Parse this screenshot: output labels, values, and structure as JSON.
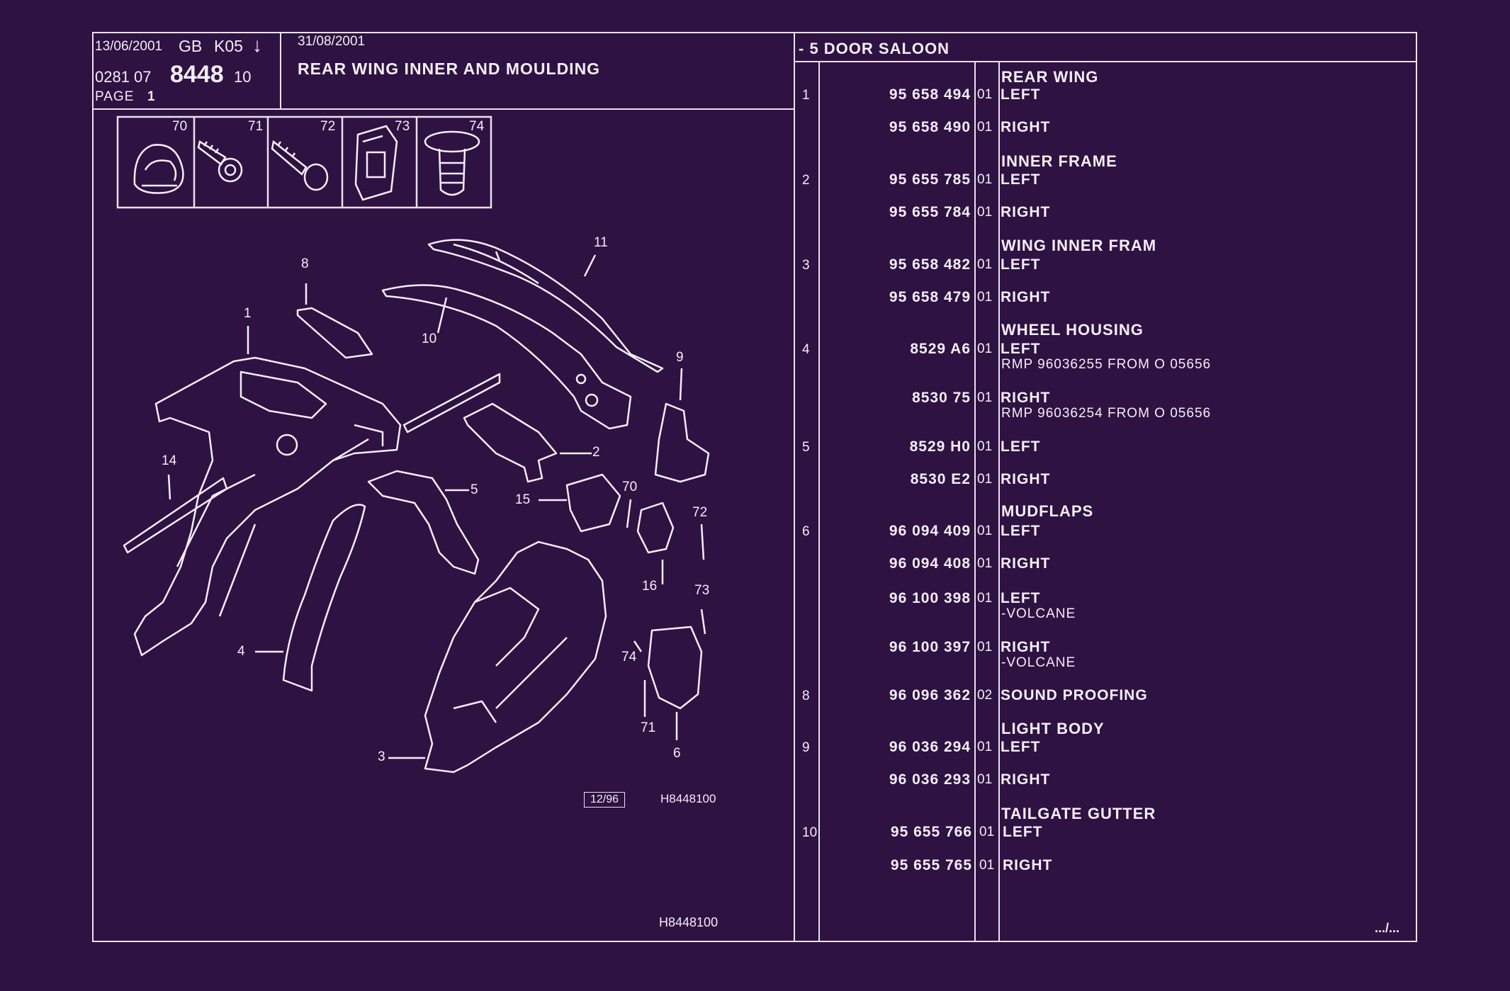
{
  "header": {
    "date_left": "13/06/2001",
    "lang": "GB",
    "code": "K05",
    "arrow": "↓",
    "doc_prefix": "0281 07",
    "doc_main": "8448",
    "doc_suffix": "10",
    "page_label": "PAGE",
    "page_no": "1",
    "date_right": "31/08/2001",
    "title": "REAR WING INNER AND MOULDING",
    "variant": "- 5 DOOR SALOON"
  },
  "fasteners": [
    "70",
    "71",
    "72",
    "73",
    "74"
  ],
  "diagram_labels": [
    "1",
    "8",
    "10",
    "11",
    "9",
    "14",
    "2",
    "5",
    "15",
    "70",
    "72",
    "16",
    "73",
    "74",
    "71",
    "4",
    "3",
    "6"
  ],
  "diagram_stamp": "12/96",
  "diagram_ref": "H8448100",
  "footer_ref": "H8448100",
  "continued": ".../...",
  "parts": [
    {
      "heading": "REAR WING"
    },
    {
      "ref": "1",
      "number": "95 658 494",
      "qty": "01",
      "desc": "LEFT"
    },
    {
      "number": "95 658 490",
      "qty": "01",
      "desc": "RIGHT"
    },
    {
      "heading": "INNER FRAME"
    },
    {
      "ref": "2",
      "number": "95 655 785",
      "qty": "01",
      "desc": "LEFT"
    },
    {
      "number": "95 655 784",
      "qty": "01",
      "desc": "RIGHT"
    },
    {
      "heading": "WING INNER FRAM"
    },
    {
      "ref": "3",
      "number": "95 658 482",
      "qty": "01",
      "desc": "LEFT"
    },
    {
      "number": "95 658 479",
      "qty": "01",
      "desc": "RIGHT"
    },
    {
      "heading": "WHEEL HOUSING"
    },
    {
      "ref": "4",
      "number": "8529 A6",
      "qty": "01",
      "desc": "LEFT",
      "note": "RMP 96036255 FROM  O  05656"
    },
    {
      "number": "8530 75",
      "qty": "01",
      "desc": "RIGHT",
      "note": "RMP 96036254 FROM  O  05656"
    },
    {
      "ref": "5",
      "number": "8529 H0",
      "qty": "01",
      "desc": "LEFT"
    },
    {
      "number": "8530 E2",
      "qty": "01",
      "desc": "RIGHT"
    },
    {
      "heading": "MUDFLAPS"
    },
    {
      "ref": "6",
      "number": "96 094 409",
      "qty": "01",
      "desc": "LEFT"
    },
    {
      "number": "96 094 408",
      "qty": "01",
      "desc": "RIGHT"
    },
    {
      "number": "96 100 398",
      "qty": "01",
      "desc": "LEFT",
      "note": "-VOLCANE"
    },
    {
      "number": "96 100 397",
      "qty": "01",
      "desc": "RIGHT",
      "note": "-VOLCANE"
    },
    {
      "ref": "8",
      "number": "96 096 362",
      "qty": "02",
      "desc": "SOUND PROOFING"
    },
    {
      "heading": "LIGHT BODY"
    },
    {
      "ref": "9",
      "number": "96 036 294",
      "qty": "01",
      "desc": "LEFT"
    },
    {
      "number": "96 036 293",
      "qty": "01",
      "desc": "RIGHT"
    },
    {
      "heading": "TAILGATE GUTTER"
    },
    {
      "ref": "10",
      "number": "95 655 766",
      "qty": "01",
      "desc": "LEFT"
    },
    {
      "number": "95 655 765",
      "qty": "01",
      "desc": "RIGHT"
    }
  ]
}
